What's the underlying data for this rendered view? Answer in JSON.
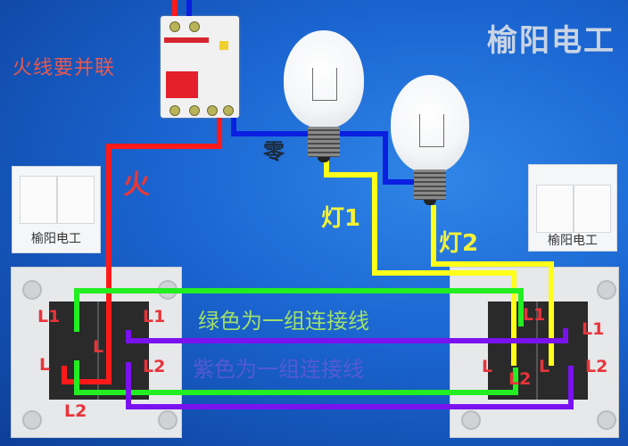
{
  "brand": "榆阳电工",
  "notes": {
    "parallel_fire": "火线要并联",
    "fire": "火",
    "neutral": "零",
    "lamp1": "灯1",
    "lamp2": "灯2"
  },
  "legend": {
    "green": "绿色为一组连接线",
    "purple": "紫色为一组连接线"
  },
  "switches": {
    "left_front_caption": "榆阳电工",
    "right_front_caption": "榆阳电工",
    "left_terminals": {
      "l1_left": "L1",
      "l_left": "L",
      "l_mid": "L",
      "l1_right": "L1",
      "l2_right": "L2",
      "l2_bottom": "L2"
    },
    "right_terminals": {
      "l1_mid": "L1",
      "l1_right": "L1",
      "l_left": "L",
      "l2_mid": "L2",
      "l_mid": "L",
      "l2_right": "L2"
    }
  },
  "colors": {
    "fire": "#ff1a1a",
    "neutral": "#0a1fe0",
    "lamp": "#ffff1a",
    "green": "#22ee22",
    "purple": "#7a12f0"
  }
}
